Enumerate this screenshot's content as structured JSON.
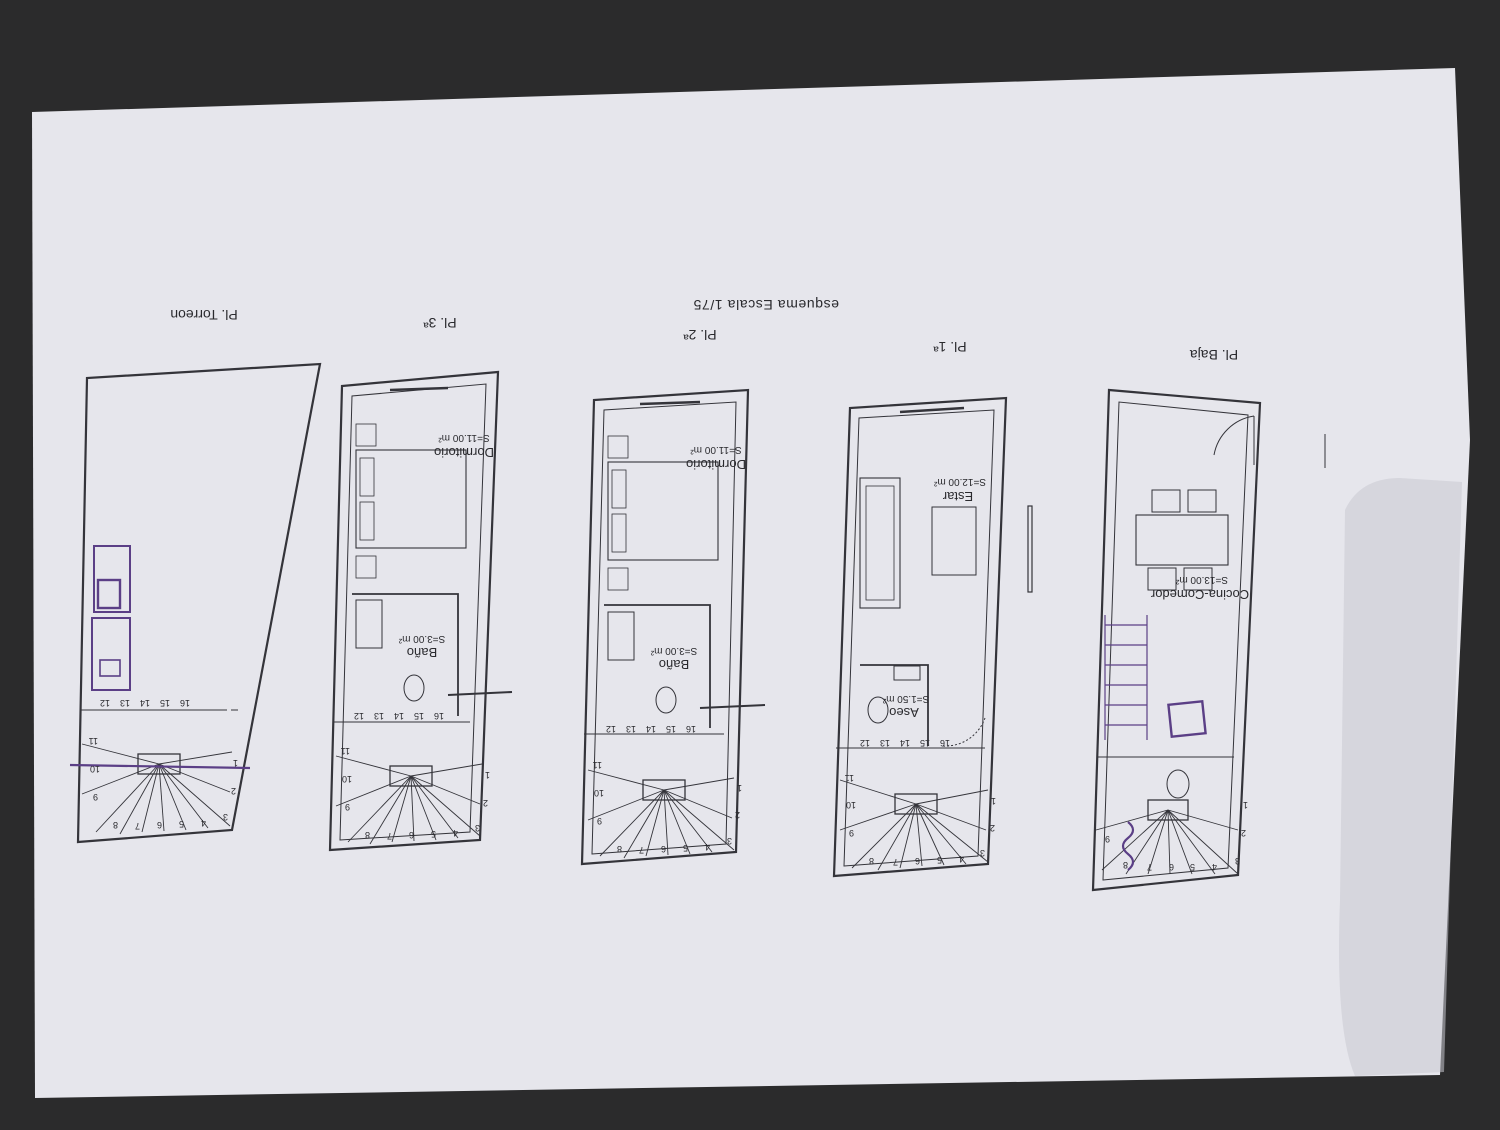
{
  "sheet": {
    "title": "esquema Escala 1/75"
  },
  "colors": {
    "carpet": "#2b2b2c",
    "paper": "#e6e6ec",
    "ink": "#34343a",
    "marker": "#5b3f86"
  },
  "floors": [
    {
      "id": "baja",
      "label": "Pl. Baja",
      "rooms": [
        {
          "name": "Cocina-Comedor",
          "area": "S=13.00 m²"
        }
      ],
      "stair_numbers": [
        "1",
        "2",
        "3",
        "4",
        "5",
        "6",
        "7",
        "8",
        "9"
      ]
    },
    {
      "id": "primera",
      "label": "Pl. 1ª",
      "rooms": [
        {
          "name": "Estar",
          "area": "S=12.00 m²"
        },
        {
          "name": "Aseo",
          "area": "S=1.50 m²"
        }
      ],
      "stair_numbers": [
        "1",
        "2",
        "3",
        "4",
        "5",
        "6",
        "7",
        "8",
        "9",
        "10",
        "11",
        "12",
        "13",
        "14",
        "15",
        "16"
      ]
    },
    {
      "id": "segunda",
      "label": "Pl. 2ª",
      "rooms": [
        {
          "name": "Dormitorio",
          "area": "S=11.00 m²"
        },
        {
          "name": "Baño",
          "area": "S=3.00 m²"
        }
      ],
      "stair_numbers": [
        "1",
        "2",
        "3",
        "4",
        "5",
        "6",
        "7",
        "8",
        "9",
        "10",
        "11",
        "12",
        "13",
        "14",
        "15",
        "16"
      ]
    },
    {
      "id": "tercera",
      "label": "Pl. 3ª",
      "rooms": [
        {
          "name": "Dormitorio",
          "area": "S=11.00 m²"
        },
        {
          "name": "Baño",
          "area": "S=3.00 m²"
        }
      ],
      "stair_numbers": [
        "1",
        "2",
        "3",
        "4",
        "5",
        "6",
        "7",
        "8",
        "9",
        "10",
        "11",
        "12",
        "13",
        "14",
        "15",
        "16"
      ]
    },
    {
      "id": "torreon",
      "label": "Pl. Torreon",
      "rooms": [],
      "stair_numbers": [
        "1",
        "2",
        "3",
        "4",
        "5",
        "6",
        "7",
        "8",
        "9",
        "10",
        "11",
        "12",
        "13",
        "14",
        "15",
        "16"
      ]
    }
  ]
}
